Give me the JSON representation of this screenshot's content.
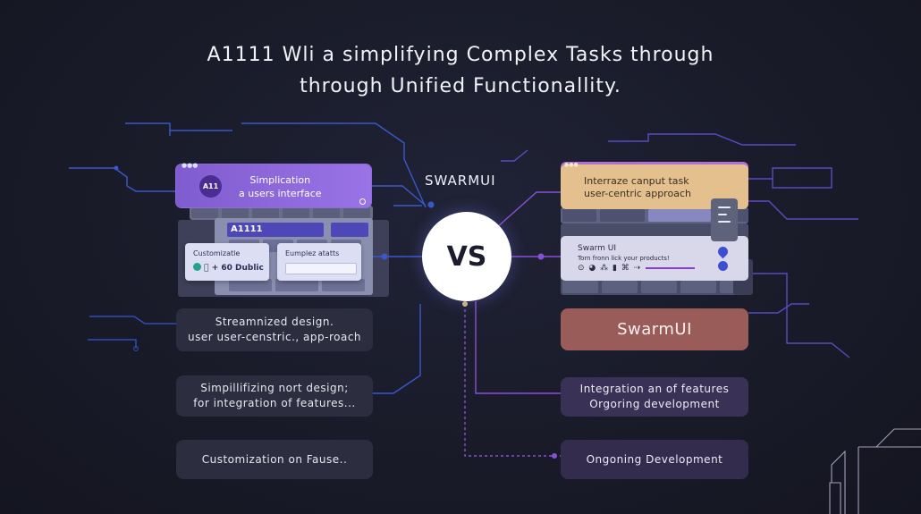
{
  "title": {
    "line1": "A1111 Wli a simplifying Complex Tasks through",
    "line2": "through  Unified Functionallity."
  },
  "center": {
    "label": "SWARMUI",
    "vs": "VS"
  },
  "left": {
    "top_card": {
      "badge": "A11",
      "line1": "Simplication",
      "line2": "a users interface"
    },
    "panel_bar": "A1111",
    "mini_card_1": {
      "heading": "Customizatle",
      "row": "+ 60 Dublic"
    },
    "mini_card_2": {
      "heading": "Eumplez atatts"
    },
    "boxes": [
      {
        "line1": "Streamnized design.",
        "line2": "user user-censtric., app-roach"
      },
      {
        "line1": "Simpillifizing nort design;",
        "line2": "for integration of features..."
      },
      {
        "line1": "Customization on Fause..",
        "line2": ""
      }
    ]
  },
  "right": {
    "top_card": {
      "line1": "Interraze canput task",
      "line2": "user-centric approach"
    },
    "swarm_card": {
      "title": "Swarm UI",
      "subtitle": "Torn fronn lick your products!",
      "icons": "⊙ ◕ ⁂ ▮ ⌘ ⇢"
    },
    "swarm_box": "SwarmUI",
    "boxes": [
      {
        "line1": "Integration an of features",
        "line2": "Orgoring development"
      },
      {
        "line1": "Ongoning Development",
        "line2": ""
      }
    ]
  },
  "colors": {
    "background": "#1a1c2a",
    "circuit_blue": "#3b5bd6",
    "circuit_violet": "#8a4fd8",
    "left_accent": "#8c6ddc",
    "right_accent": "#e3c08e",
    "swarm_box": "#9a5c58"
  }
}
